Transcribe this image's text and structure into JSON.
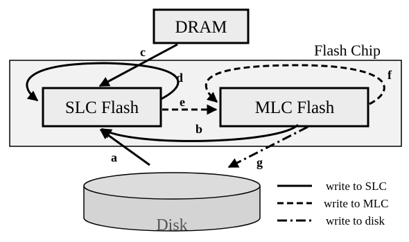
{
  "nodes": {
    "dram": "DRAM",
    "flash_chip": "Flash Chip",
    "slc": "SLC Flash",
    "mlc": "MLC Flash",
    "disk": "Disk"
  },
  "edges": {
    "a": "a",
    "b": "b",
    "c": "c",
    "d": "d",
    "e": "e",
    "f": "f",
    "g": "g"
  },
  "legend": {
    "solid": "write to SLC",
    "dashed": "write to MLC",
    "dashdot": "write to disk"
  },
  "colors": {
    "chip_fill": "#f2f2f2",
    "box_fill": "#ececec",
    "disk_fill": "#d4d4d4",
    "stroke": "#000000"
  }
}
